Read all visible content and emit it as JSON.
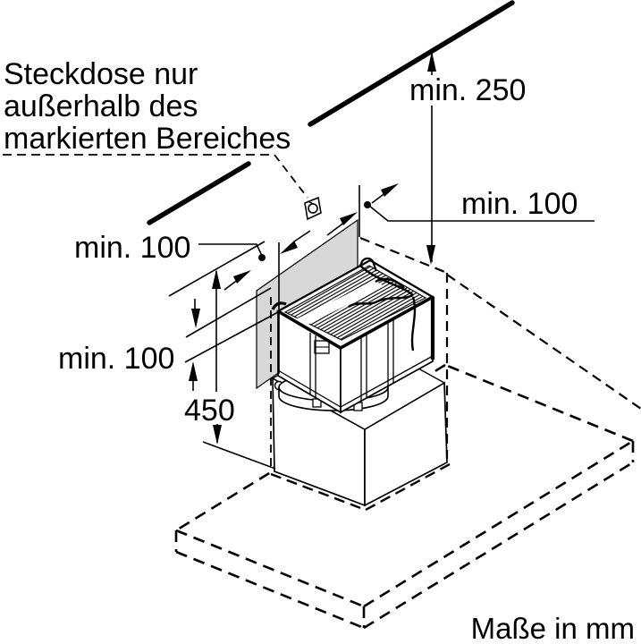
{
  "figure": {
    "kind": "appliance-installation-diagram",
    "description": "Isometric installation drawing of a downdraft ventilation module on a base cabinet with clearance dimensions and a marked wall area where no socket may be placed",
    "units_note": "Maße in mm"
  },
  "note": {
    "line1": "Steckdose nur",
    "line2": "außerhalb des",
    "line3": "markierten Bereiches"
  },
  "dimensions": {
    "ceiling_clearance": "min. 250",
    "right_clearance": "min. 100",
    "left_clearance": "min. 100",
    "bottom_clearance": "min. 100",
    "marked_area_height": "450"
  },
  "footer": {
    "units": "Maße in mm"
  },
  "icons": {
    "socket": "power-socket-icon"
  },
  "colors": {
    "line": "#000000",
    "marked_area_fill": "#d8d8d8",
    "background": "#ffffff"
  }
}
